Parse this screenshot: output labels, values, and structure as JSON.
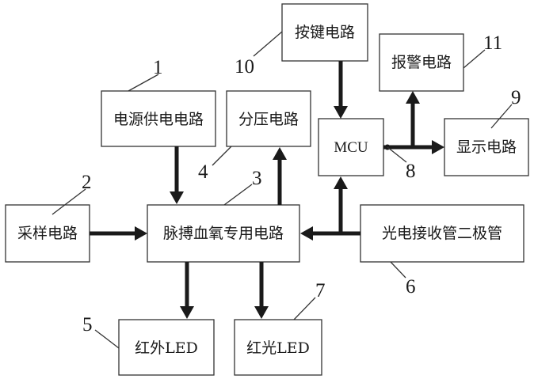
{
  "boxes": {
    "key_circuit": "按键电路",
    "alarm_circuit": "报警电路",
    "power_supply_circuit": "电源供电电路",
    "voltage_divider_circuit": "分压电路",
    "mcu": "MCU",
    "display_circuit": "显示电路",
    "sampling_circuit": "采样电路",
    "pulse_oximetry_circuit": "脉搏血氧专用电路",
    "photodiode": "光电接收管二极管",
    "infrared_led": "红外LED",
    "red_led": "红光LED"
  },
  "reference_numbers": {
    "n1": "1",
    "n2": "2",
    "n3": "3",
    "n4": "4",
    "n5": "5",
    "n6": "6",
    "n7": "7",
    "n8": "8",
    "n9": "9",
    "n10": "10",
    "n11": "11"
  }
}
